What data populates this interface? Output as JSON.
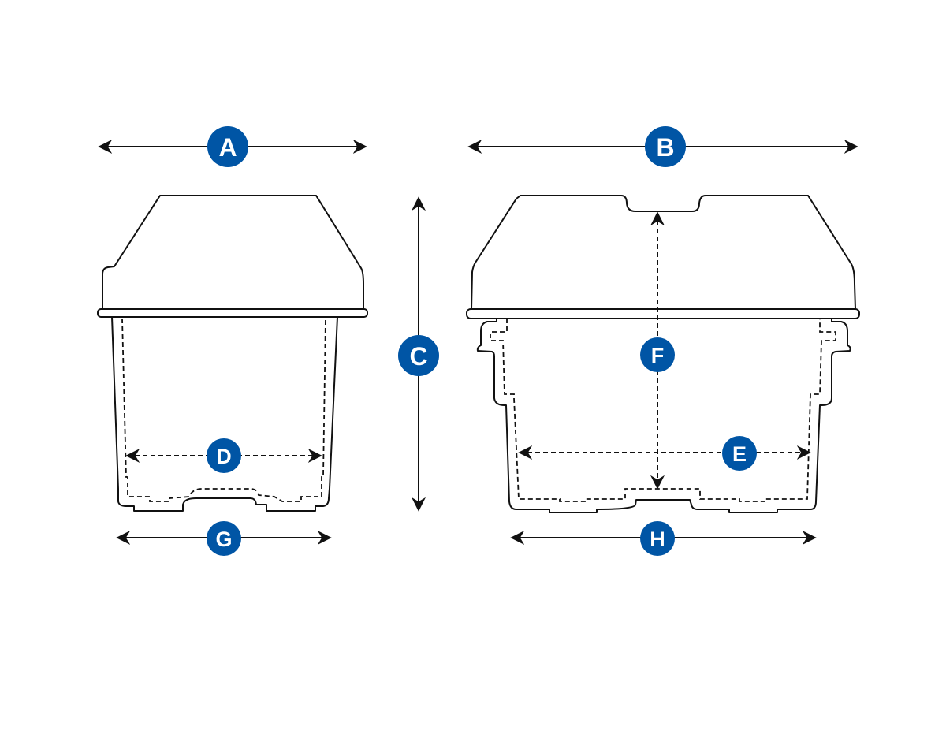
{
  "accent_color": "#0055a5",
  "labels": {
    "A": "A",
    "B": "B",
    "C": "C",
    "D": "D",
    "E": "E",
    "F": "F",
    "G": "G",
    "H": "H"
  }
}
